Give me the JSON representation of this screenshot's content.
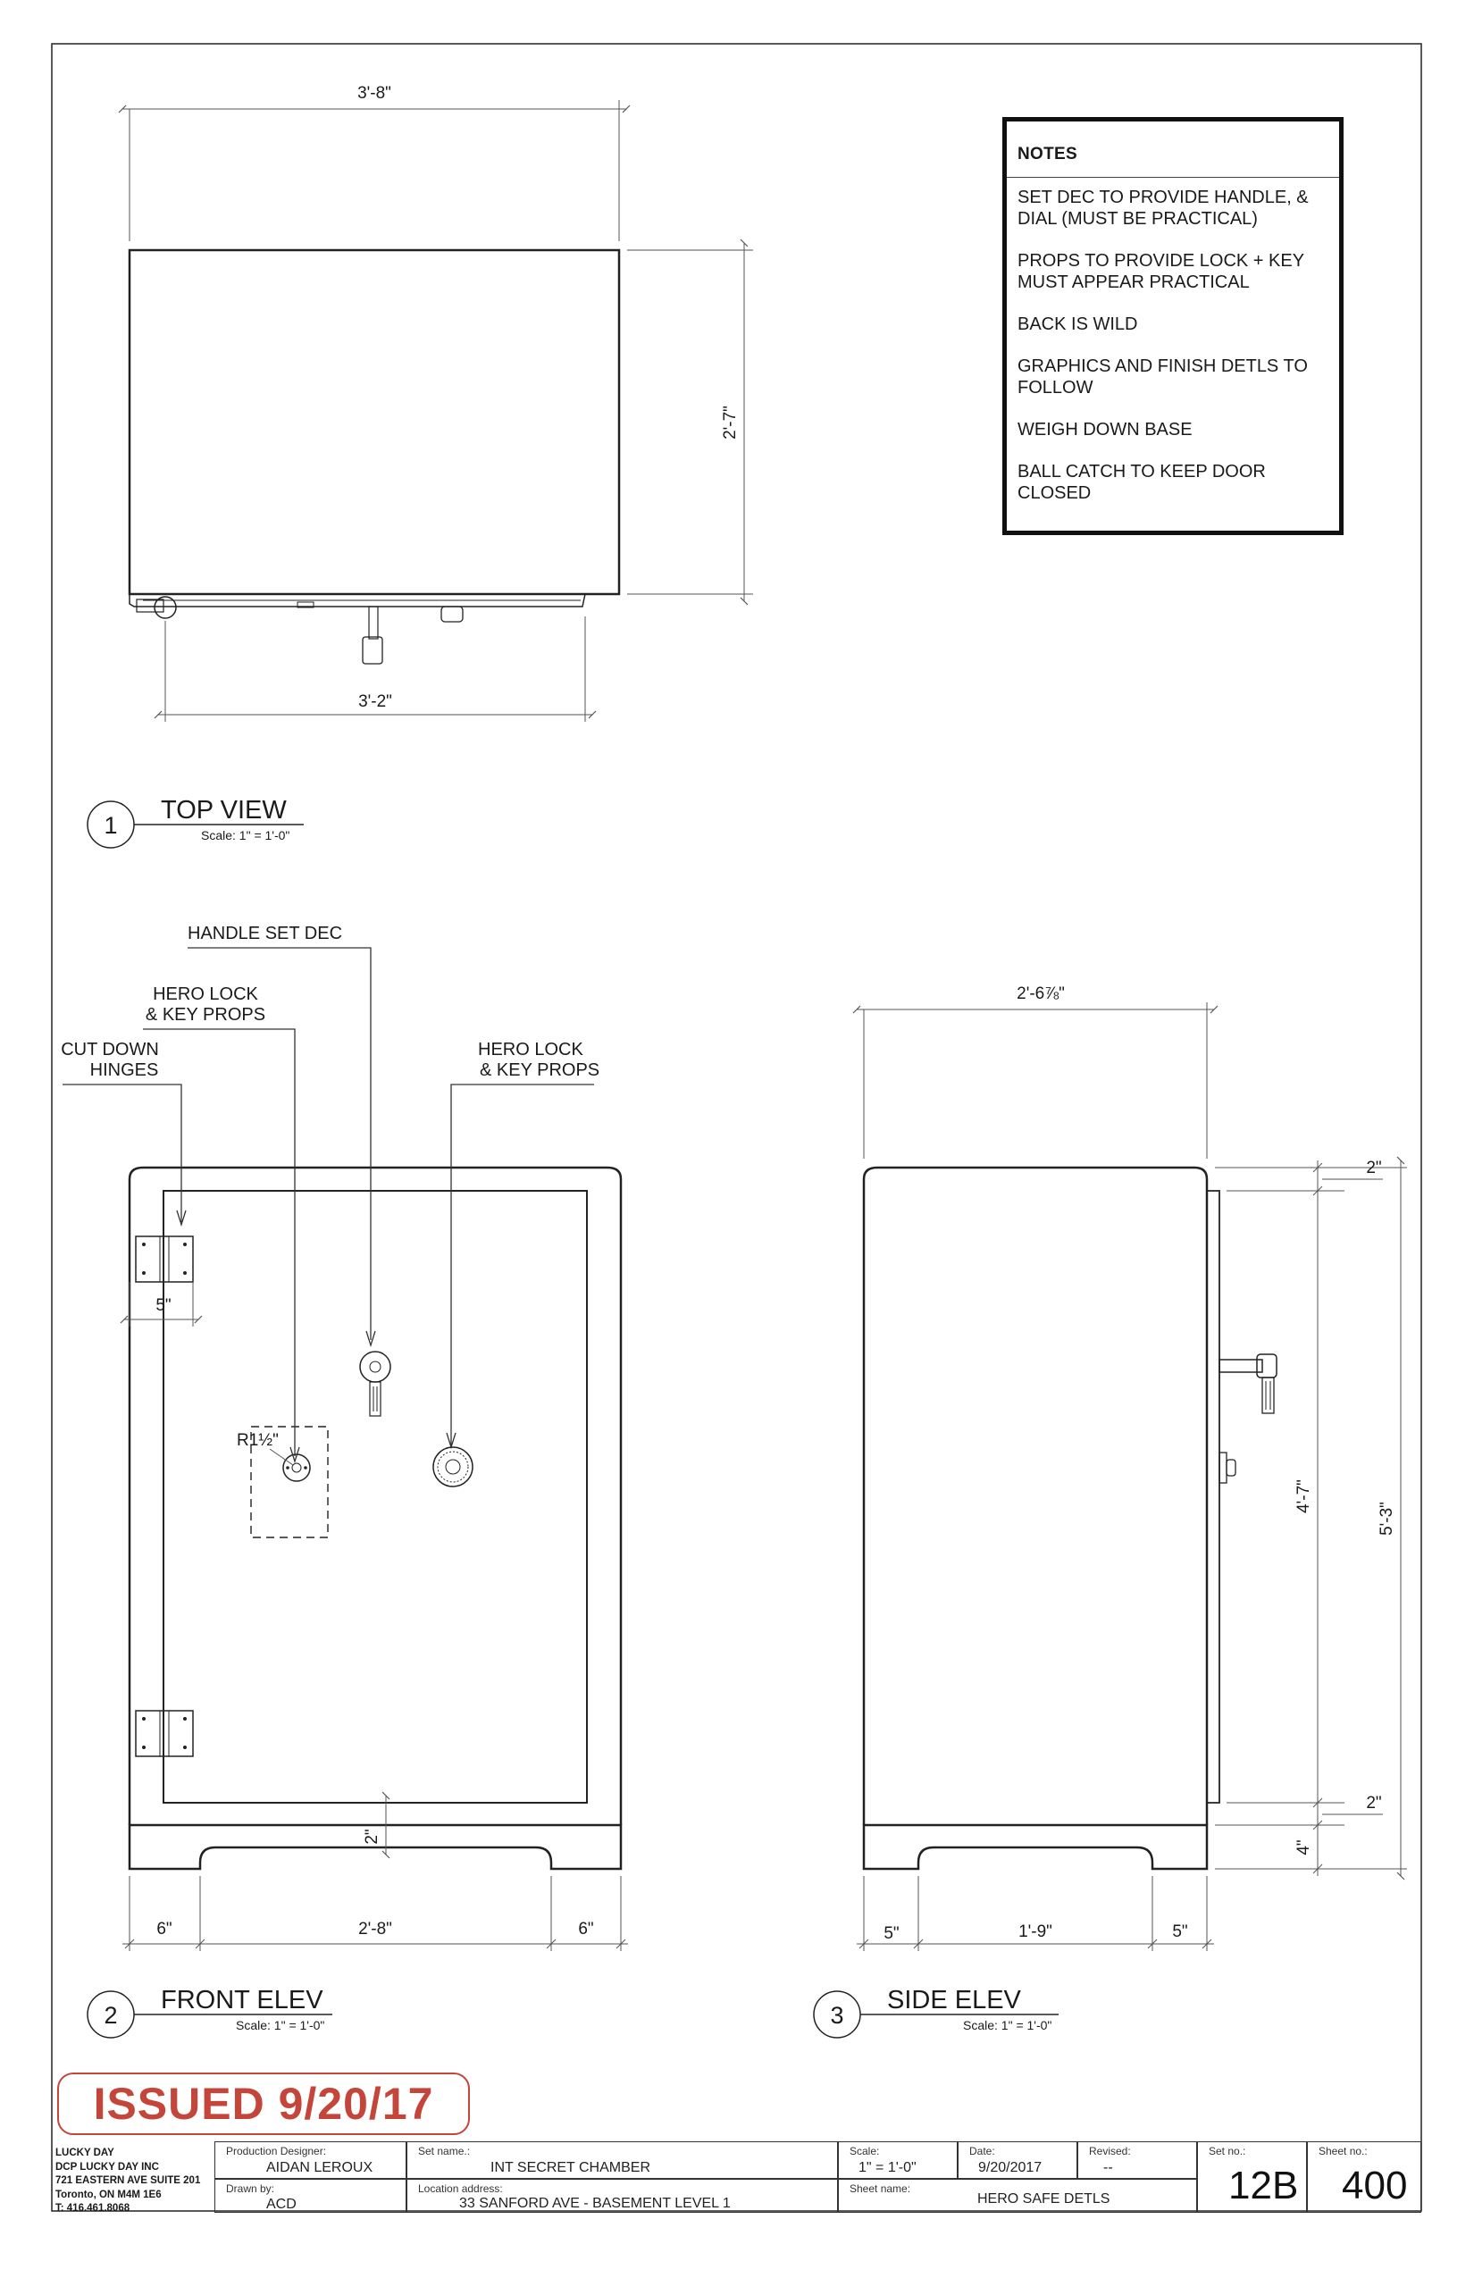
{
  "top_view": {
    "title": "TOP VIEW",
    "number": "1",
    "scale": "Scale: 1\" = 1'-0\"",
    "dim_width_top": "3'-8\"",
    "dim_depth": "2'-7\"",
    "dim_width_bottom": "3'-2\""
  },
  "front_elev": {
    "title": "FRONT ELEV",
    "number": "2",
    "scale": "Scale: 1\" = 1'-0\"",
    "callouts": {
      "handle": "HANDLE SET DEC",
      "hero_lock_left": "HERO LOCK\n& KEY PROPS",
      "cut_down_hinges": "CUT DOWN\nHINGES",
      "hero_lock_right": "HERO LOCK\n& KEY PROPS"
    },
    "dim_hinge": "5\"",
    "dim_radius": "R1½\"",
    "dim_base_gap": "2\"",
    "dim_left_foot": "6\"",
    "dim_center": "2'-8\"",
    "dim_right_foot": "6\""
  },
  "side_elev": {
    "title": "SIDE ELEV",
    "number": "3",
    "scale": "Scale: 1\" = 1'-0\"",
    "dim_width": "2'-6⅞\"",
    "dim_top": "2\"",
    "dim_body": "4'-7\"",
    "dim_overall": "5'-3\"",
    "dim_bottom": "2\"",
    "dim_base": "4\"",
    "dim_left_foot": "5\"",
    "dim_center": "1'-9\"",
    "dim_right_foot": "5\""
  },
  "notes": {
    "heading": "NOTES",
    "items": [
      "SET DEC TO PROVIDE HANDLE, &\nDIAL (MUST BE PRACTICAL)",
      "PROPS TO PROVIDE LOCK + KEY\nMUST APPEAR PRACTICAL",
      "BACK IS WILD",
      "GRAPHICS AND FINISH DETLS TO\nFOLLOW",
      "WEIGH DOWN BASE",
      "BALL CATCH TO KEEP DOOR\nCLOSED"
    ]
  },
  "stamp": "ISSUED 9/20/17",
  "title_block": {
    "company": "LUCKY DAY\nDCP LUCKY DAY INC\n721 EASTERN AVE SUITE 201\nToronto, ON M4M 1E6\nT: 416.461.8068",
    "production_designer_label": "Production Designer:",
    "production_designer": "AIDAN LEROUX",
    "drawn_by_label": "Drawn by:",
    "drawn_by": "ACD",
    "set_name_label": "Set name.:",
    "set_name": "INT SECRET CHAMBER",
    "location_label": "Location address:",
    "location": "33 SANFORD AVE - BASEMENT LEVEL 1",
    "scale_label": "Scale:",
    "scale": "1\" = 1'-0\"",
    "date_label": "Date:",
    "date": "9/20/2017",
    "revised_label": "Revised:",
    "revised": "--",
    "sheet_name_label": "Sheet name:",
    "sheet_name": "HERO SAFE DETLS",
    "set_no_label": "Set no.:",
    "set_no": "12B",
    "sheet_no_label": "Sheet no.:",
    "sheet_no": "400"
  }
}
